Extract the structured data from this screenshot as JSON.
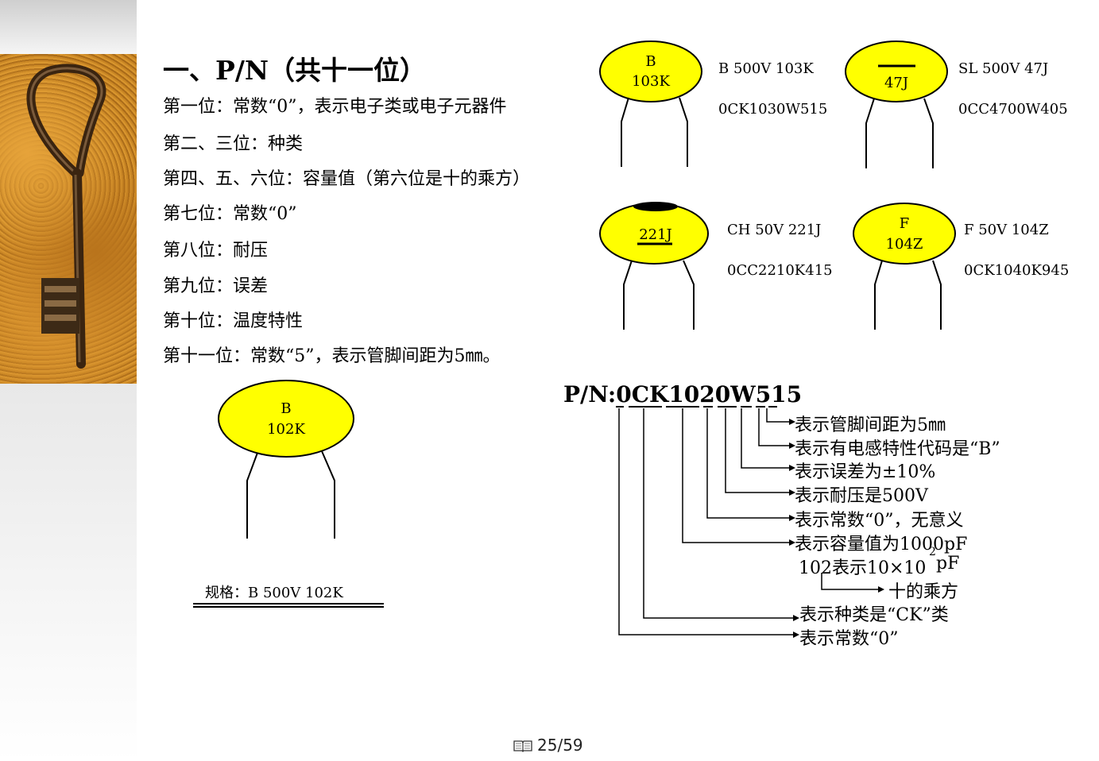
{
  "title": "一、P/N（共十一位）",
  "rules": [
    "第一位：常数“0”，表示电子类或电子元器件",
    "第二、三位：种类",
    "第四、五、六位：容量值（第六位是十的乘方）",
    "第七位：常数“0”",
    "第八位：耐压",
    "第九位：误差",
    "第十位：温度特性",
    "第十一位：常数“5”，表示管脚间距为5㎜。"
  ],
  "capacitors": {
    "cap1": {
      "line1": "B",
      "line2": "103K",
      "spec": "B   500V   103K",
      "code": "0CK1030W515"
    },
    "cap2": {
      "line1": "",
      "line2": "47J",
      "spec": "SL   500V  47J",
      "code": "0CC4700W405"
    },
    "cap3": {
      "line1": "",
      "line2": "221J",
      "spec": "CH   50V  221J",
      "code": "0CC2210K415"
    },
    "cap4": {
      "line1": "F",
      "line2": "104Z",
      "spec": "F   50V   104Z",
      "code": "0CK1040K945"
    },
    "cap5": {
      "line1": "B",
      "line2": "102K"
    }
  },
  "caption": "规格：B    500V    102K",
  "pn": {
    "code": "P/N:0CK1020W515",
    "annotations": [
      "表示管脚间距为5㎜",
      "表示有电感特性代码是“B”",
      "表示误差为±10%",
      "表示耐压是500V",
      "表示常数“0”，无意义",
      "表示容量值为1000pF",
      "102表示10×10",
      "pF",
      "2",
      "十的乘方",
      "表示种类是“CK”类",
      "表示常数“0”"
    ]
  },
  "footer": {
    "page": "25/59",
    "icon": "book-icon"
  },
  "colors": {
    "capacitor_fill": "#ffff00",
    "capacitor_stroke": "#000000"
  }
}
